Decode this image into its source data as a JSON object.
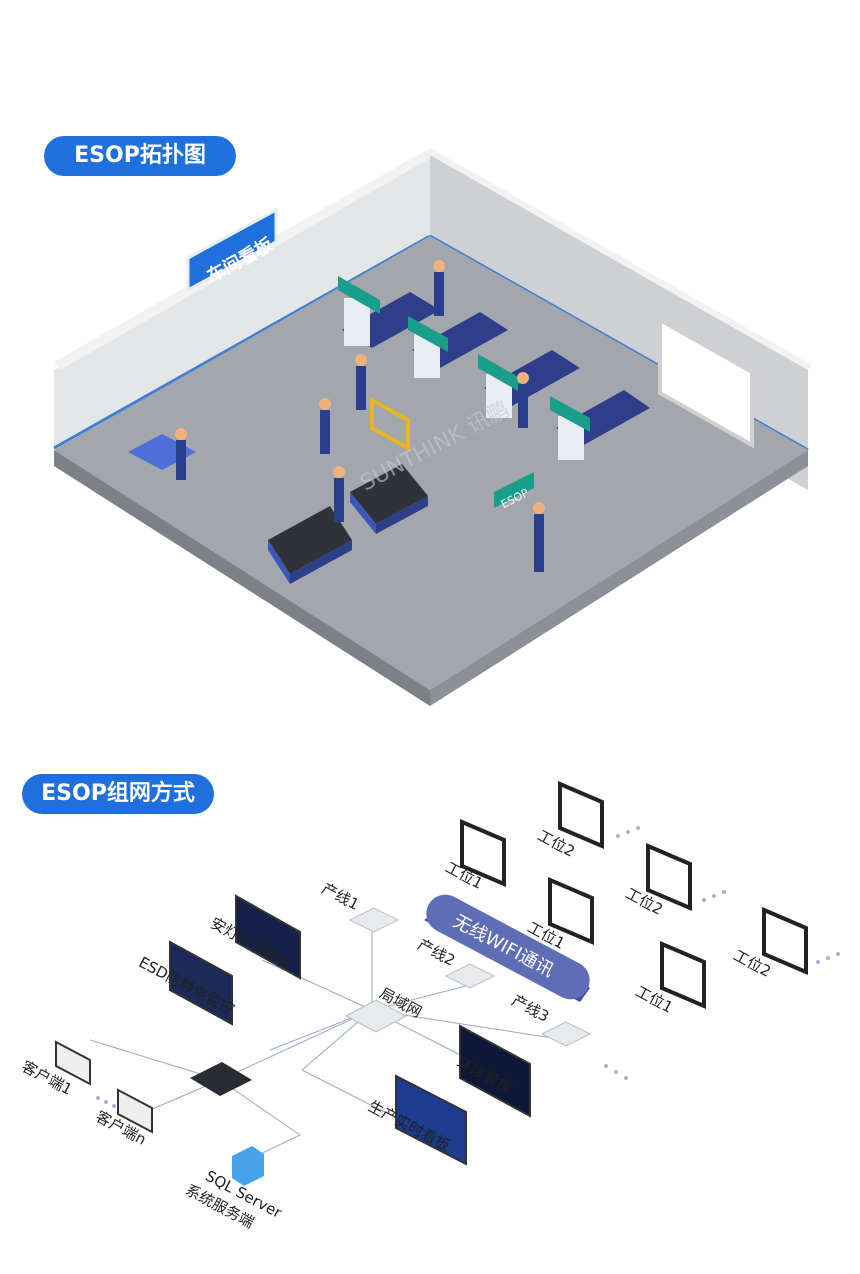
{
  "section1": {
    "title": "ESOP拓扑图",
    "board_sign": "车间看板",
    "esop_sign": "ESOP",
    "watermark": "SUNTHINK 讯鹏"
  },
  "section2": {
    "title": "ESOP组网方式",
    "wifi": "无线WIFI通讯",
    "lan": "局域网",
    "lines": [
      "产线1",
      "产线2",
      "产线3"
    ],
    "stations": [
      "工位1",
      "工位2",
      "工位1",
      "工位2",
      "工位1",
      "工位2"
    ],
    "boards": [
      "安灯呼叫看板",
      "ESD防静电监控",
      "环境看板",
      "生产实时看板"
    ],
    "clients": [
      "客户端1",
      "客户端n"
    ],
    "server": [
      "SQL Server",
      "系统服务端"
    ]
  },
  "colors": {
    "accent": "#1f6fdc",
    "floor": "#9fa2a8",
    "wall": "#dcdcde",
    "sign": "#1a9e8c"
  }
}
